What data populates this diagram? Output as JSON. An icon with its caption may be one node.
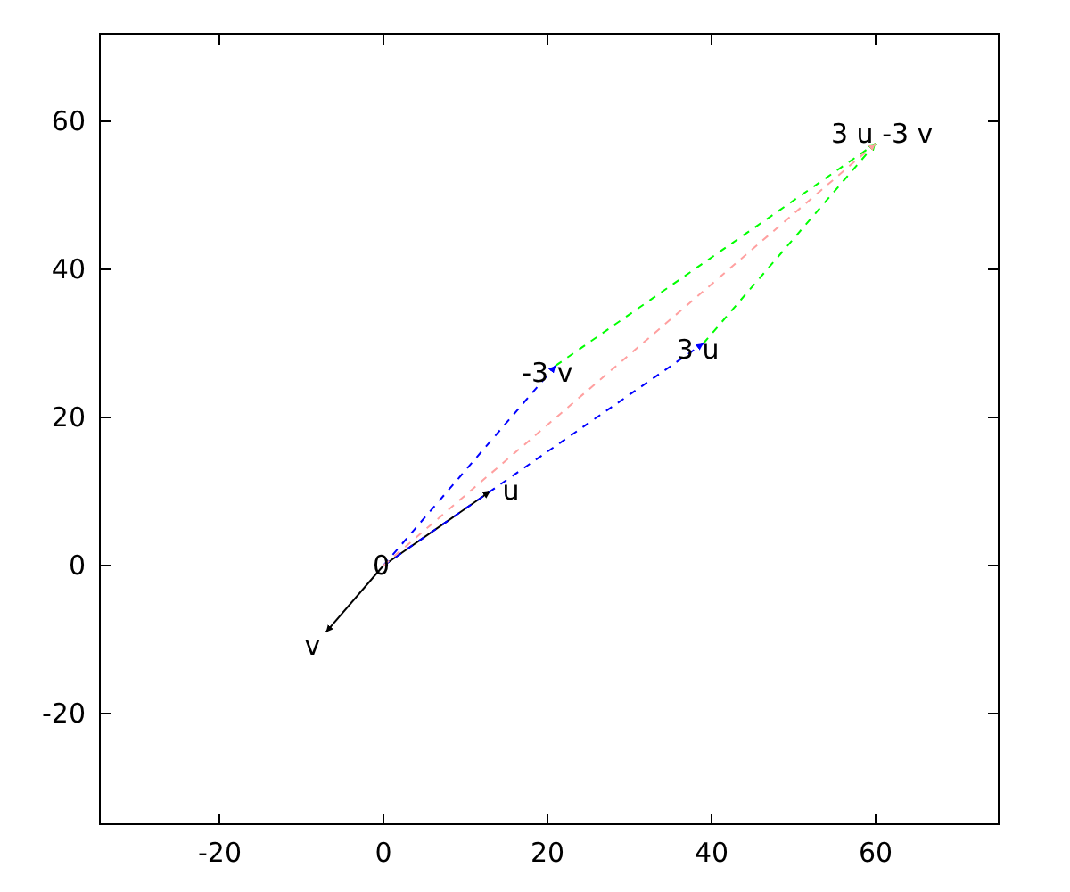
{
  "diagram": {
    "nodes": [
      {
        "text": [
          "0"
        ]
      },
      {
        "text": [
          "u"
        ]
      },
      {
        "text": [
          "v"
        ]
      },
      {
        "text": [
          "-3 v"
        ]
      },
      {
        "text": [
          "3 u"
        ]
      },
      {
        "text": [
          "3 u -3 v"
        ]
      }
    ],
    "edges": [
      {
        "from": 0,
        "to": 1,
        "arrow": "to"
      },
      {
        "from": 0,
        "to": 2,
        "arrow": "to"
      },
      {
        "from": 0,
        "to": 3,
        "arrow": "to",
        "style": "dashed",
        "color": "#0000ff"
      },
      {
        "from": 0,
        "to": 4,
        "arrow": "to",
        "style": "dashed",
        "color": "#0000ff"
      },
      {
        "from": 3,
        "to": 5,
        "arrow": "to",
        "style": "dashed",
        "color": "#00ff00"
      },
      {
        "from": 4,
        "to": 5,
        "arrow": "to",
        "style": "dashed",
        "color": "#00ff00"
      },
      {
        "from": 0,
        "to": 5,
        "arrow": "to",
        "style": "dashed",
        "color": "#ffa0a0"
      }
    ],
    "labels": [
      "60",
      "40",
      "20",
      "0",
      "-20",
      "-20",
      "0",
      "20",
      "40",
      "60"
    ]
  }
}
